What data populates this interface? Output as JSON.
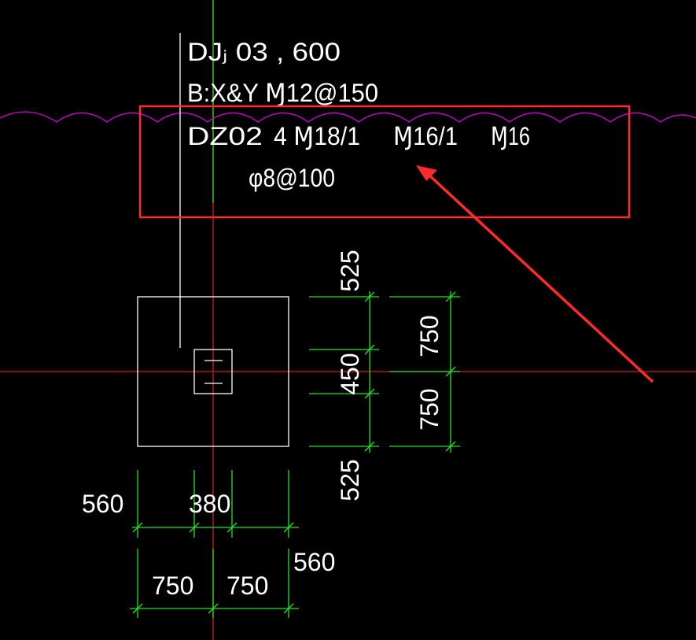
{
  "colors": {
    "background": "#000000",
    "text": "#ffffff",
    "outline": "#ffffff",
    "axis_line": "#cc1f1f",
    "green_line": "#1fdc1f",
    "dimension": "#21e321",
    "revision_cloud": "#c400c4",
    "highlight": "#ff2b2b"
  },
  "annotation": {
    "line1": "DJⱼ 03 , 600",
    "line2": "B:X&Y Ɱ12@150",
    "line3_code": "DZ02",
    "line3_bars1": "4 Ɱ18/1",
    "line3_bars2": "Ɱ16/1",
    "line3_bars3": "Ɱ16",
    "line4": "φ8@100"
  },
  "dimensions": {
    "vertical_outer": [
      "525",
      "450",
      "525"
    ],
    "vertical_inner": [
      "750",
      "750"
    ],
    "horizontal_top_left": "560",
    "horizontal_top_mid": "380",
    "horizontal_top_right": "560",
    "horizontal_bottom": [
      "750",
      "750"
    ]
  },
  "icons": {
    "arrow": "red-callout-arrow-icon",
    "cloud": "revision-cloud-icon",
    "column_marker": "column-section-icon"
  }
}
